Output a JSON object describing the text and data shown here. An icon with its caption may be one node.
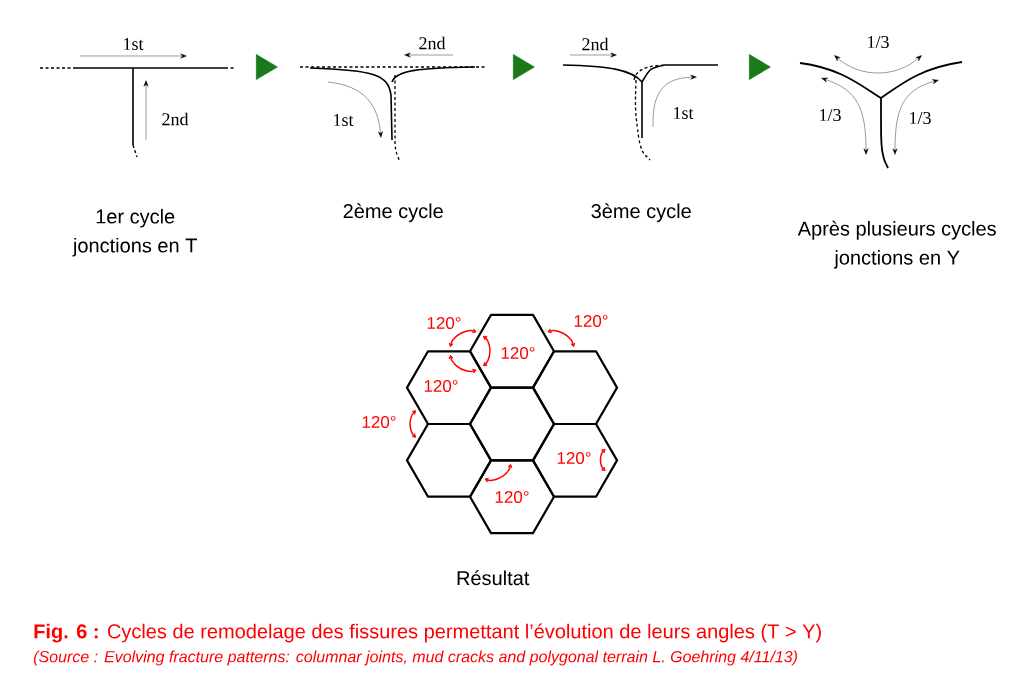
{
  "diagram": {
    "caption": "**Fig. 6 :** Cycles de remodelage des fissures permettant l’évolution de leurs angles (T > Y)",
    "nodes": [
      {
        "text": [
          "1er cycle jonctions en T"
        ]
      },
      {
        "text": [
          "2ème cycle"
        ]
      },
      {
        "text": [
          "3ème cycle"
        ]
      },
      {
        "text": [
          "Après plusieurs cycles jonctions en Y"
        ]
      },
      {
        "text": [
          "Résultat"
        ]
      }
    ],
    "edges": [
      {
        "from": 0,
        "to": 1,
        "arrow": "to"
      },
      {
        "from": 1,
        "to": 2,
        "arrow": "to"
      },
      {
        "from": 2,
        "to": 3,
        "arrow": "to"
      }
    ],
    "labels": [
      "1st",
      "2nd",
      "2nd",
      "1st",
      "2nd",
      "1st",
      "1/3",
      "1/3",
      "1/3",
      "120°",
      "120°",
      "120°",
      "120°",
      "120°",
      "120°",
      "120°",
      "(Source : Evolving fracture patterns: columnar joints, mud cracks and polygonal terrain L. Goehring 4/11/13)"
    ]
  }
}
